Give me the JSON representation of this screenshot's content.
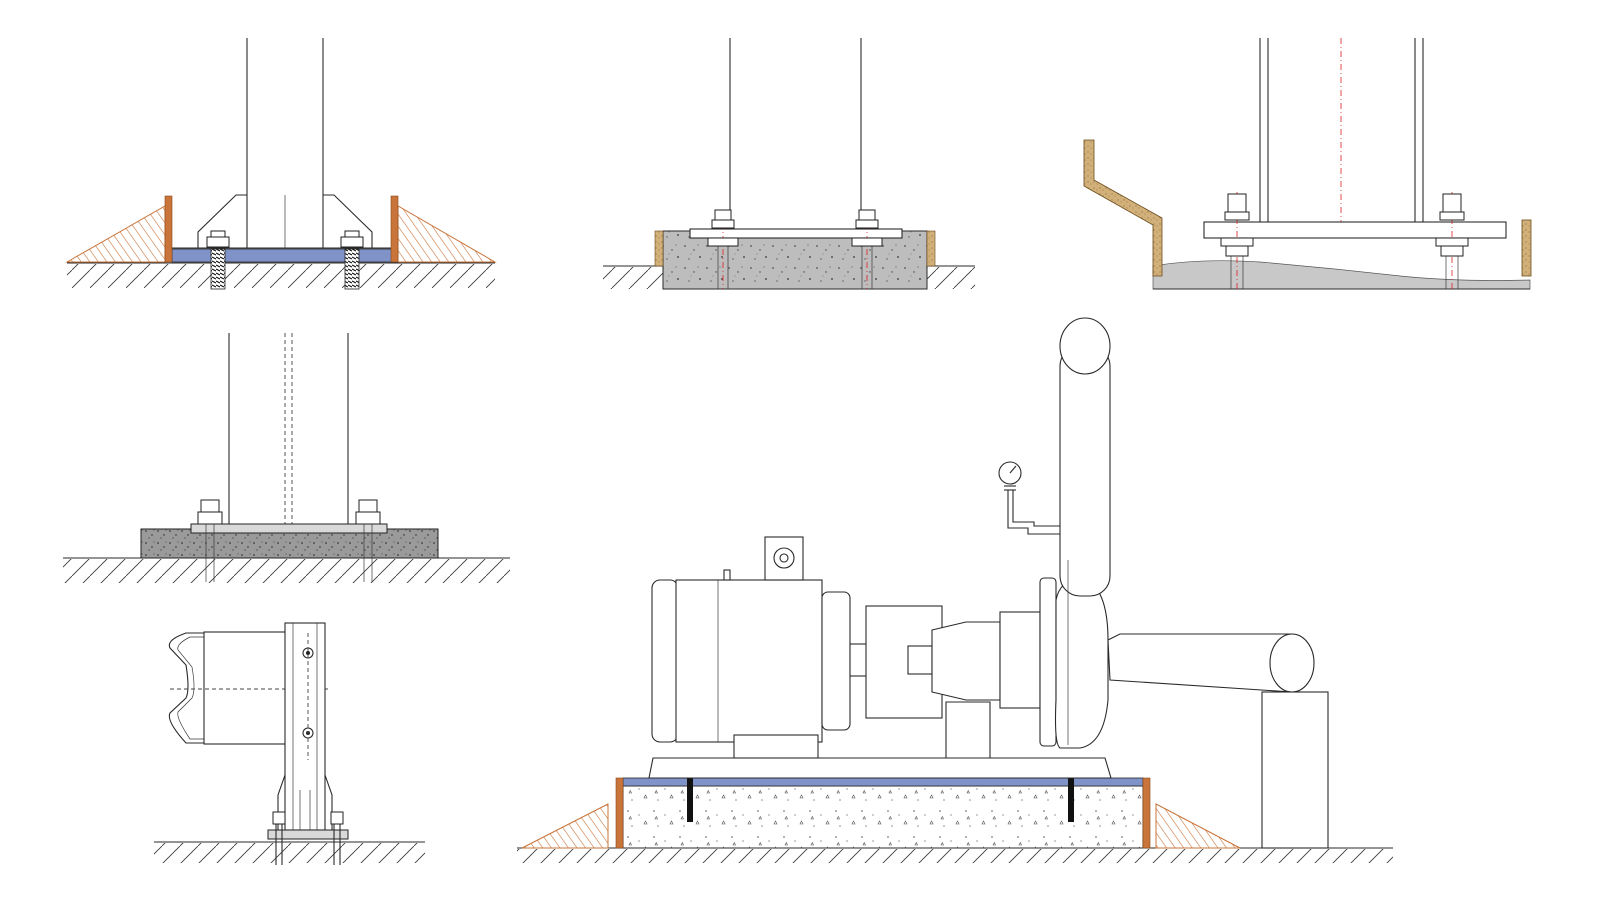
{
  "figure": {
    "description_labels": [],
    "colors": {
      "grout_blue": "#7f93c8",
      "timber_orange": "#c9743a",
      "wedge_fill": "#e9b58c",
      "shim_tan": "#d2b07a",
      "concrete_gray": "#bdbdbd",
      "dark_grout": "#8c8c8c",
      "line": "#2a2a2a",
      "centerline_red": "#dd2222"
    },
    "panels": [
      {
        "id": "column-base-wedges",
        "icon": "wedge-shim-icon"
      },
      {
        "id": "column-base-concrete-plinth",
        "icon": "concrete-plinth-icon"
      },
      {
        "id": "column-base-leveling-grout",
        "icon": "leveling-grout-icon"
      },
      {
        "id": "column-base-grouted-pad",
        "icon": "grouted-pad-icon"
      },
      {
        "id": "guardrail-post-base",
        "icon": "guardrail-icon"
      },
      {
        "id": "pump-motor-skid",
        "icon": "pump-icon"
      }
    ]
  }
}
